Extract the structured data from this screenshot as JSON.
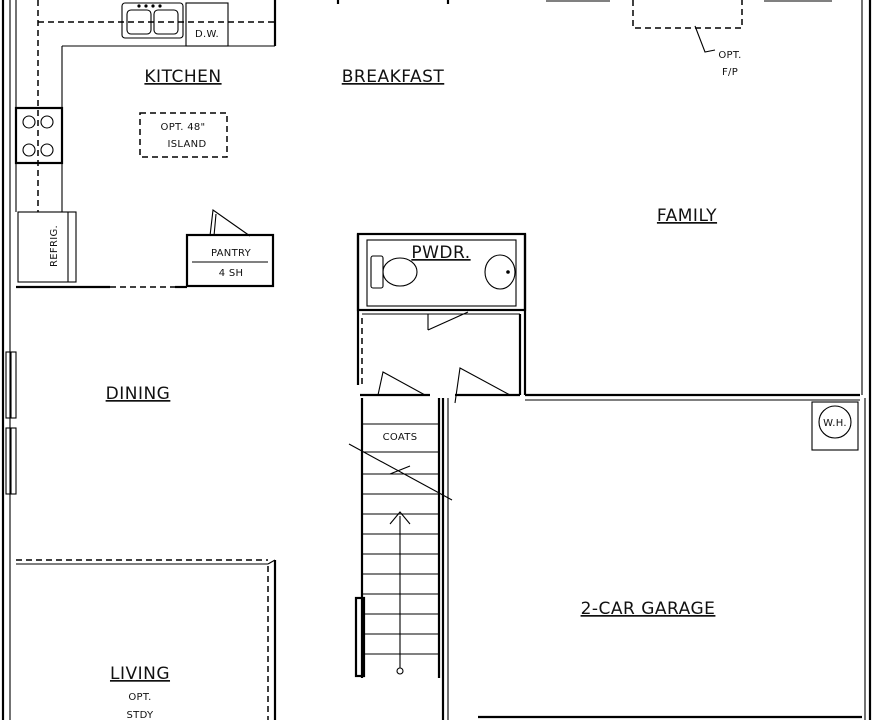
{
  "rooms": {
    "kitchen": "KITCHEN",
    "breakfast": "BREAKFAST",
    "family": "FAMILY",
    "dining": "DINING",
    "living": "LIVING",
    "garage": "2-CAR GARAGE",
    "powder": "PWDR."
  },
  "fixtures": {
    "dishwasher": "D.W.",
    "island_line1": "OPT. 48\"",
    "island_line2": "ISLAND",
    "refrigerator": "REFRIG.",
    "pantry_line1": "PANTRY",
    "pantry_line2": "4 SH",
    "fireplace_line1": "OPT.",
    "fireplace_line2": "F/P",
    "coats": "COATS",
    "water_heater": "W.H.",
    "living_opt_line1": "OPT.",
    "living_opt_line2": "STDY"
  }
}
